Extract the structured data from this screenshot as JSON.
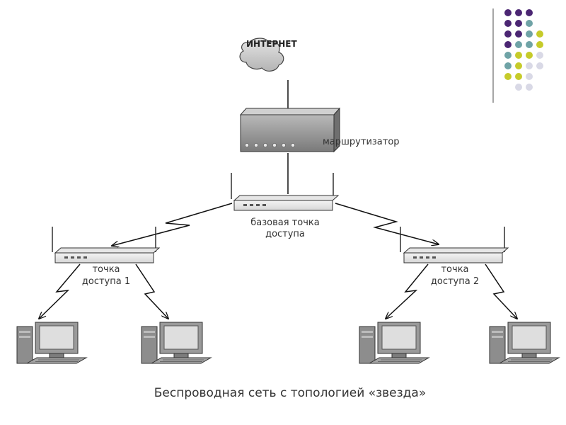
{
  "labels": {
    "internet": "ИНТЕРНЕТ",
    "router": "маршрутизатор",
    "base_line1": "базовая точка",
    "base_line2": "доступа",
    "ap1_line1": "точка",
    "ap1_line2": "доступа 1",
    "ap2_line1": "точка",
    "ap2_line2": "доступа 2"
  },
  "caption": "Беспроводная сеть с топологией «звезда»",
  "colors": {
    "purple": "#4b2673",
    "teal": "#6fa3a6",
    "olive": "#c6cb2a",
    "lavender": "#d9d9e6",
    "rule": "#a6a6a6",
    "line": "#111111"
  },
  "dot_pattern": [
    [
      "purple",
      "purple",
      "purple"
    ],
    [
      "purple",
      "purple",
      "teal"
    ],
    [
      "purple",
      "purple",
      "teal",
      "olive"
    ],
    [
      "purple",
      "teal",
      "teal",
      "olive"
    ],
    [
      "teal",
      "olive",
      "olive",
      "lavender"
    ],
    [
      "teal",
      "olive",
      "lavender",
      "lavender"
    ],
    [
      "olive",
      "olive",
      "lavender"
    ],
    [
      "lavender",
      "lavender"
    ]
  ]
}
